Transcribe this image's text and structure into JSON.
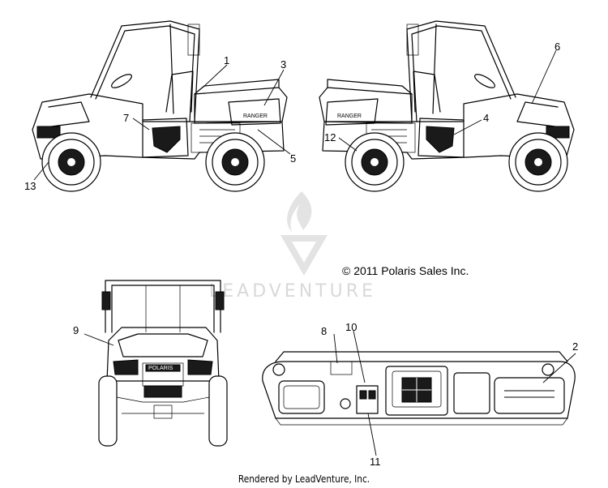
{
  "callouts": [
    {
      "label": "1"
    },
    {
      "label": "2"
    },
    {
      "label": "3"
    },
    {
      "label": "4"
    },
    {
      "label": "5"
    },
    {
      "label": "6"
    },
    {
      "label": "7"
    },
    {
      "label": "8"
    },
    {
      "label": "9"
    },
    {
      "label": "10"
    },
    {
      "label": "11"
    },
    {
      "label": "12"
    },
    {
      "label": "13"
    }
  ],
  "copyright": "© 2011 Polaris Sales Inc.",
  "watermark": "LEADVENTURE",
  "footer": "Rendered by LeadVenture, Inc.",
  "decal_texts": {
    "bed_brand": "RANGER",
    "grille_brand": "POLARIS"
  }
}
